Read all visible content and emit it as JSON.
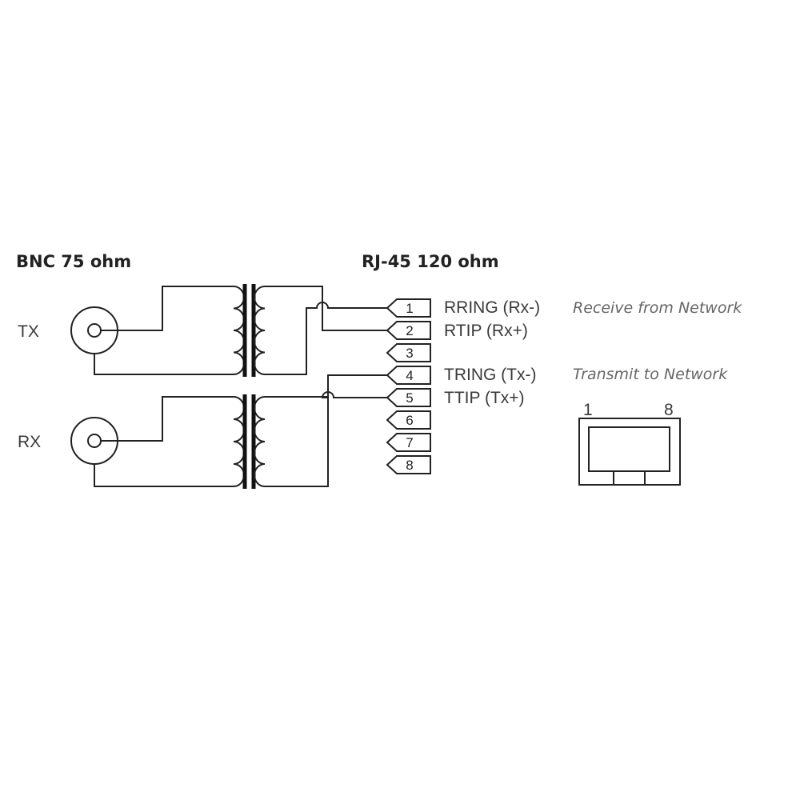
{
  "headings": {
    "bnc": "BNC 75 ohm",
    "rj45": "RJ-45 120 ohm"
  },
  "ports": {
    "tx": "TX",
    "rx": "RX"
  },
  "pins": [
    {
      "num": "1",
      "signal": "RRING (Rx-)",
      "note": "Receive from Network"
    },
    {
      "num": "2",
      "signal": "RTIP (Rx+)",
      "note": ""
    },
    {
      "num": "3",
      "signal": "",
      "note": ""
    },
    {
      "num": "4",
      "signal": "TRING (Tx-)",
      "note": "Transmit to Network"
    },
    {
      "num": "5",
      "signal": "TTIP (Tx+)",
      "note": ""
    },
    {
      "num": "6",
      "signal": "",
      "note": ""
    },
    {
      "num": "7",
      "signal": "",
      "note": ""
    },
    {
      "num": "8",
      "signal": "",
      "note": ""
    }
  ],
  "jack": {
    "left_pin": "1",
    "right_pin": "8"
  }
}
